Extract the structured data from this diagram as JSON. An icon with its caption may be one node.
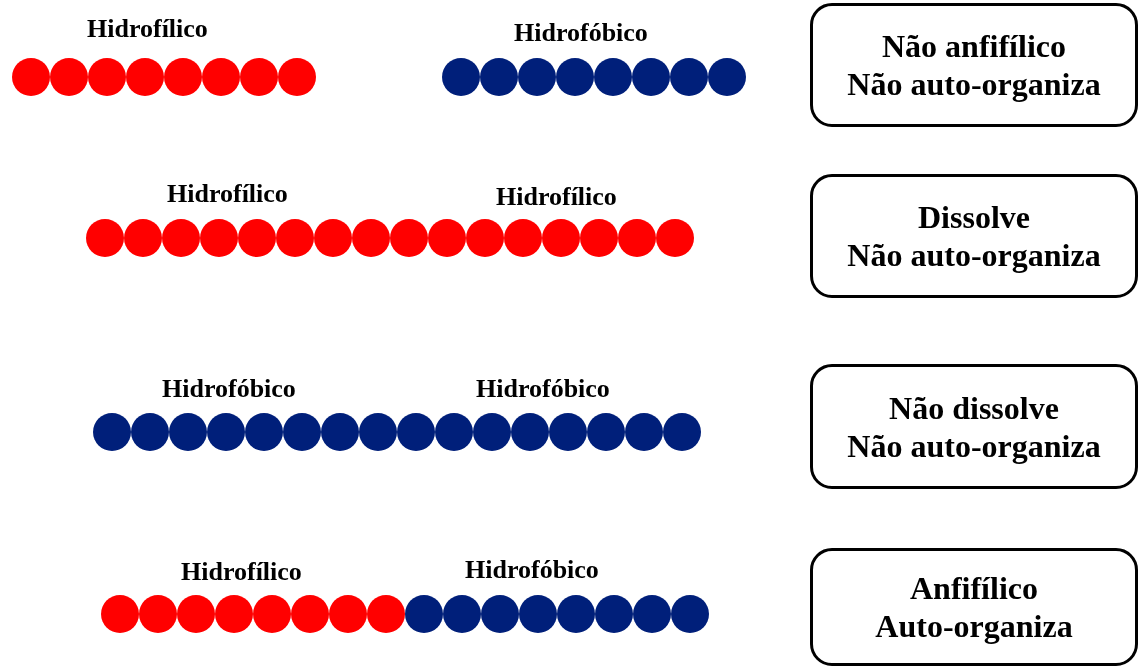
{
  "diagram": {
    "nodes": [
      {
        "text": [
          "Não anfifílico",
          "Não auto-organiza"
        ]
      },
      {
        "text": [
          "Dissolve",
          "Não auto-organiza"
        ]
      },
      {
        "text": [
          "Não dissolve",
          "Não auto-organiza"
        ]
      },
      {
        "text": [
          "Anfifílico",
          "Auto-organiza"
        ]
      }
    ],
    "labels": [
      "Hidrofílico",
      "Hidrofóbico",
      "Hidrofílico",
      "Hidrofílico",
      "Hidrofóbico",
      "Hidrofóbico",
      "Hidrofílico",
      "Hidrofóbico"
    ]
  }
}
